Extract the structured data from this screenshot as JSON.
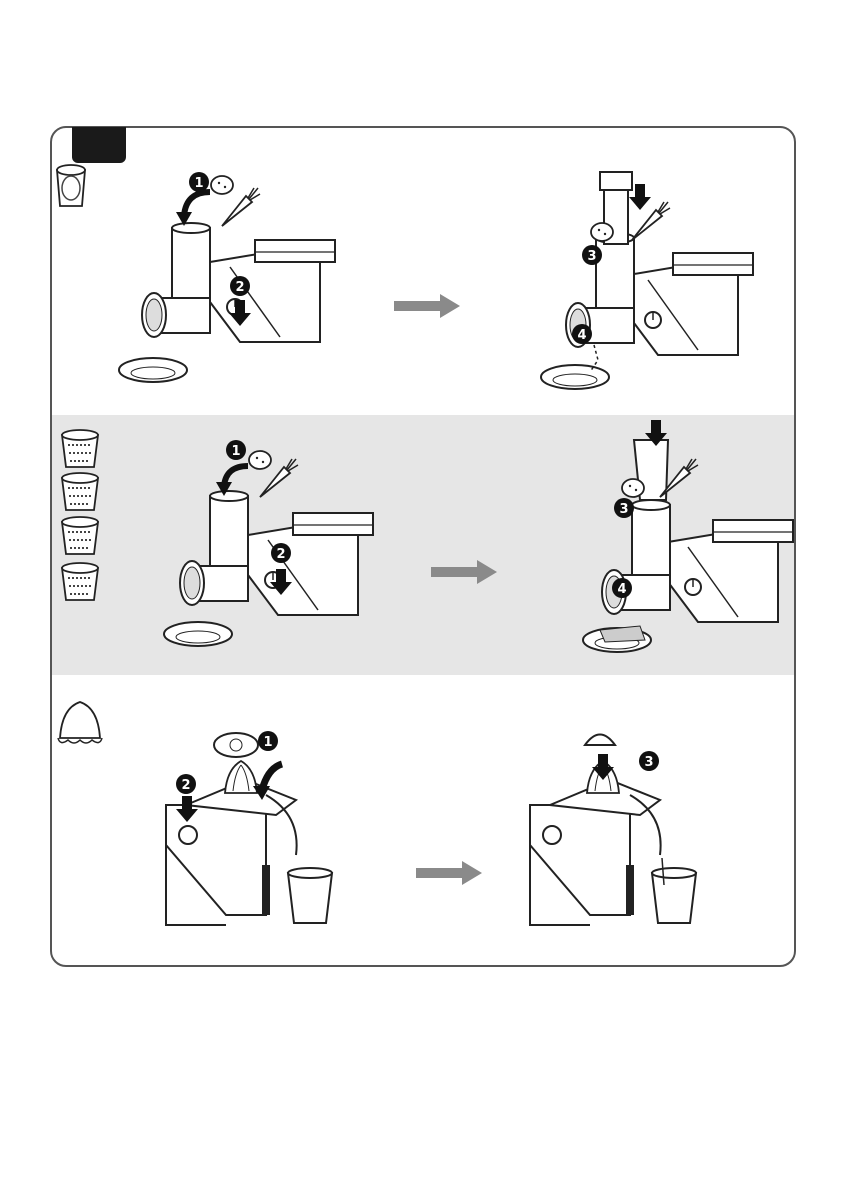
{
  "steps": {
    "slicer": [
      "1",
      "2",
      "3",
      "4"
    ],
    "grater": [
      "1",
      "2",
      "3",
      "4"
    ],
    "juicer": [
      "1",
      "2",
      "3"
    ]
  },
  "icons": {
    "slicer": "slicer-drum-icon",
    "graters": [
      "coarse-grater-icon",
      "medium-grater-icon",
      "fine-grater-icon",
      "crinkle-grater-icon"
    ],
    "juicer": "citrus-cone-icon"
  },
  "colors": {
    "border": "#555555",
    "band": "#e6e6e6",
    "arrow": "#8a8a8a",
    "ink": "#1a1a1a"
  }
}
